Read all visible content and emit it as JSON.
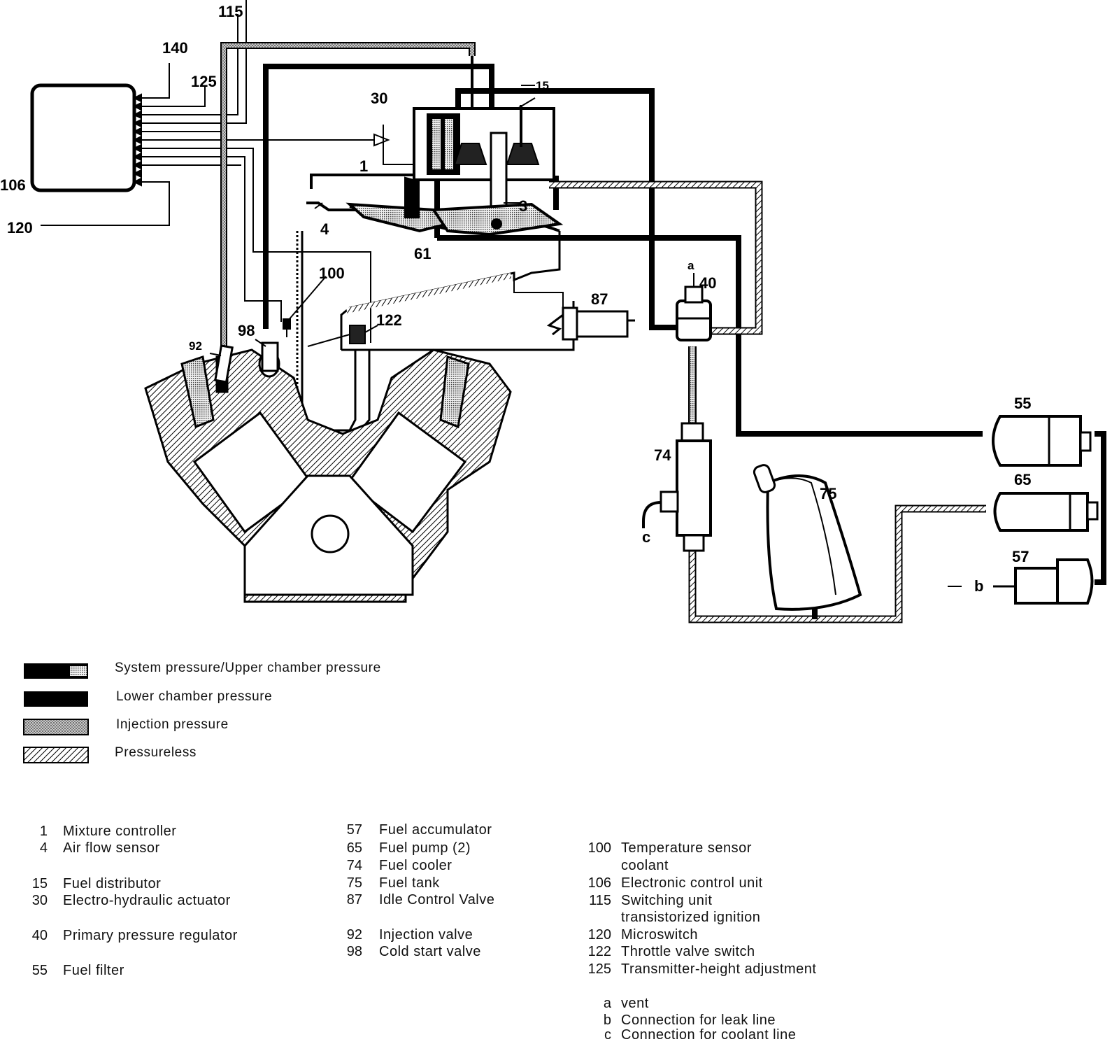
{
  "callouts": {
    "c1": "1",
    "c3": "3",
    "c4": "4",
    "c15": "15",
    "c30": "30",
    "c40": "40",
    "c55": "55",
    "c57": "57",
    "c61": "61",
    "c65": "65",
    "c74": "74",
    "c75": "75",
    "c87": "87",
    "c92": "92",
    "c98": "98",
    "c100": "100",
    "c106": "106",
    "c115": "115",
    "c120": "120",
    "c122": "122",
    "c125": "125",
    "c140": "140",
    "ca": "a",
    "cb": "b",
    "cc": "c"
  },
  "legend": [
    {
      "text": "System pressure/Upper chamber pressure"
    },
    {
      "text": "Lower chamber pressure"
    },
    {
      "text": "Injection pressure"
    },
    {
      "text": "Pressureless"
    }
  ],
  "key": {
    "col1": [
      {
        "num": "1",
        "text": "Mixture controller"
      },
      {
        "num": "4",
        "text": "Air flow sensor"
      },
      {
        "num": "15",
        "text": "Fuel distributor"
      },
      {
        "num": "30",
        "text": "Electro-hydraulic actuator"
      },
      {
        "num": "40",
        "text": "Primary pressure regulator"
      },
      {
        "num": "55",
        "text": "Fuel filter"
      }
    ],
    "col2": [
      {
        "num": "57",
        "text": "Fuel accumulator"
      },
      {
        "num": "65",
        "text": "Fuel pump (2)"
      },
      {
        "num": "74",
        "text": "Fuel cooler"
      },
      {
        "num": "75",
        "text": "Fuel tank"
      },
      {
        "num": "87",
        "text": "Idle Control Valve"
      },
      {
        "num": "92",
        "text": "Injection valve"
      },
      {
        "num": "98",
        "text": "Cold start valve"
      }
    ],
    "col3": [
      {
        "num": "100",
        "text": "Temperature sensor"
      },
      {
        "num": "",
        "text": "coolant"
      },
      {
        "num": "106",
        "text": "Electronic control unit"
      },
      {
        "num": "115",
        "text": "Switching unit"
      },
      {
        "num": "",
        "text": "transistorized ignition"
      },
      {
        "num": "120",
        "text": "Microswitch"
      },
      {
        "num": "122",
        "text": "Throttle valve switch"
      },
      {
        "num": "125",
        "text": "Transmitter-height adjustment"
      },
      {
        "num": "a",
        "text": "vent"
      },
      {
        "num": "b",
        "text": "Connection for leak line"
      },
      {
        "num": "c",
        "text": "Connection for coolant line"
      }
    ]
  }
}
